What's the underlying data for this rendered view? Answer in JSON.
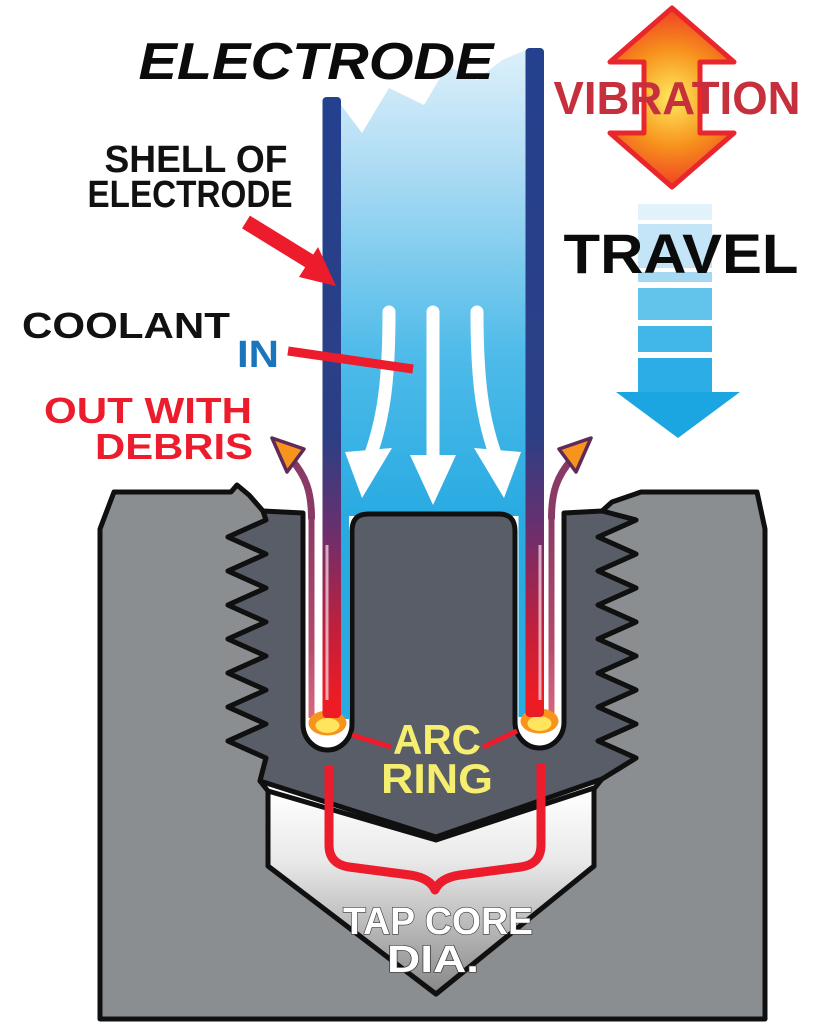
{
  "diagram": {
    "title": "ELECTRODE",
    "motion": {
      "vibration": "VIBRATION",
      "travel": "TRAVEL"
    },
    "callouts": {
      "shell": {
        "line1": "SHELL OF",
        "line2": "ELECTRODE"
      },
      "coolant": {
        "label": "COOLANT",
        "direction": "IN"
      },
      "outflow": {
        "line1": "OUT WITH",
        "line2": "DEBRIS"
      },
      "arc_ring": {
        "line1": "ARC",
        "line2": "RING"
      },
      "tap_core": {
        "line1": "TAP CORE",
        "line2": "DIA."
      }
    },
    "colors": {
      "electrode_shell_top": "#24418e",
      "electrode_shell_hot": "#ed1c24",
      "coolant_light": "#cfeaf9",
      "coolant_bright": "#29abe2",
      "workpiece_gray": "#8b8e90",
      "tap_gray": "#585d67",
      "arc_ring_outer": "#f7941d",
      "arc_ring_inner": "#ffe45e",
      "annotation_red": "#ec1c2c",
      "vibration_text_red": "#c5303c",
      "coolant_in_blue": "#1b75bc",
      "arc_ring_text_yellow": "#f6ee6e",
      "debris_purple": "#8a3a66",
      "outline_black": "#101010"
    }
  }
}
